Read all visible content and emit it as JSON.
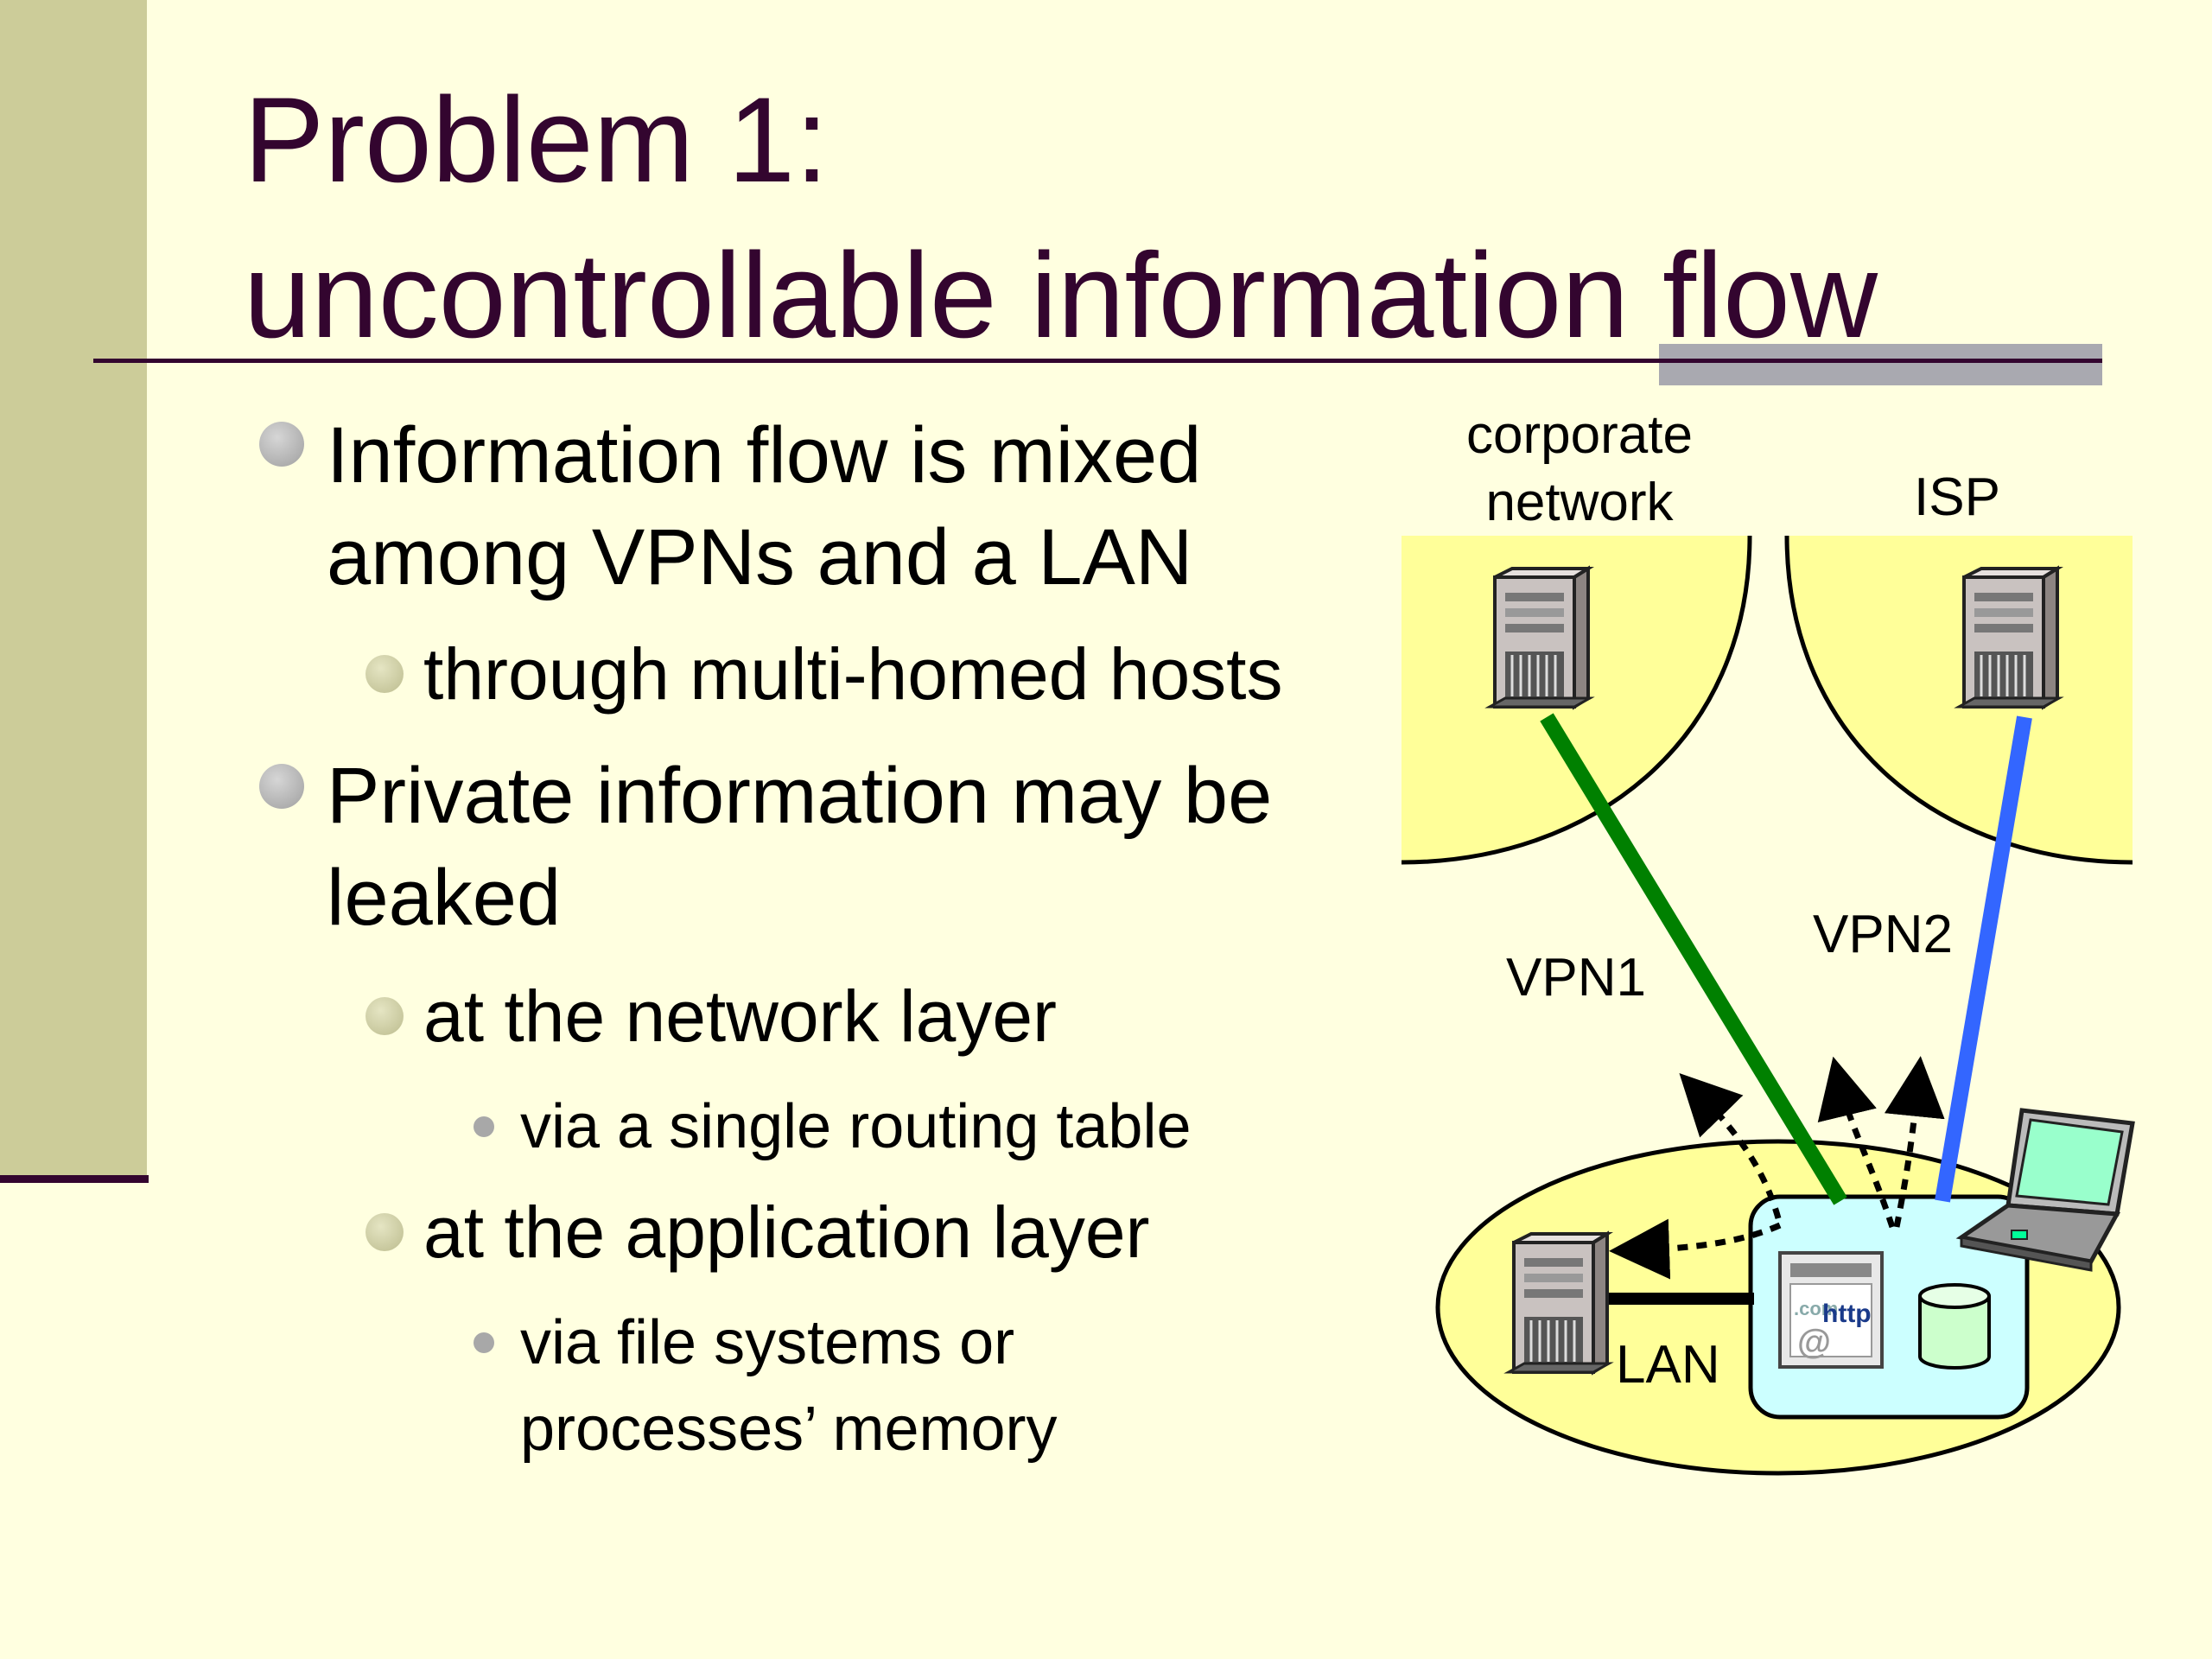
{
  "slide": {
    "title_line1": "Problem 1:",
    "title_line2": "uncontrollable information flow",
    "bullets": [
      {
        "level": 1,
        "lines": [
          "Information flow is mixed",
          "among VPNs and a LAN"
        ]
      },
      {
        "level": 2,
        "lines": [
          "through multi-homed hosts"
        ]
      },
      {
        "level": 1,
        "lines": [
          "Private information may be",
          "leaked"
        ]
      },
      {
        "level": 2,
        "lines": [
          "at the network layer"
        ]
      },
      {
        "level": 3,
        "lines": [
          "via a single routing table"
        ]
      },
      {
        "level": 2,
        "lines": [
          "at the application layer"
        ]
      },
      {
        "level": 3,
        "lines": [
          "via file systems or",
          "processes’ memory"
        ]
      }
    ]
  },
  "diagram": {
    "corporate_label_line1": "corporate",
    "corporate_label_line2": "network",
    "isp_label": "ISP",
    "vpn1_label": "VPN1",
    "vpn2_label": "VPN2",
    "lan_label": "LAN",
    "http_icon_text": "http",
    "colors": {
      "background": "#FFFFE0",
      "sidebar": "#CCCC99",
      "title": "#33052f",
      "region_fill": "#FFFF99",
      "host_box": "#CCFFFF",
      "vpn1": "#008000",
      "vpn2": "#3366FF"
    }
  }
}
